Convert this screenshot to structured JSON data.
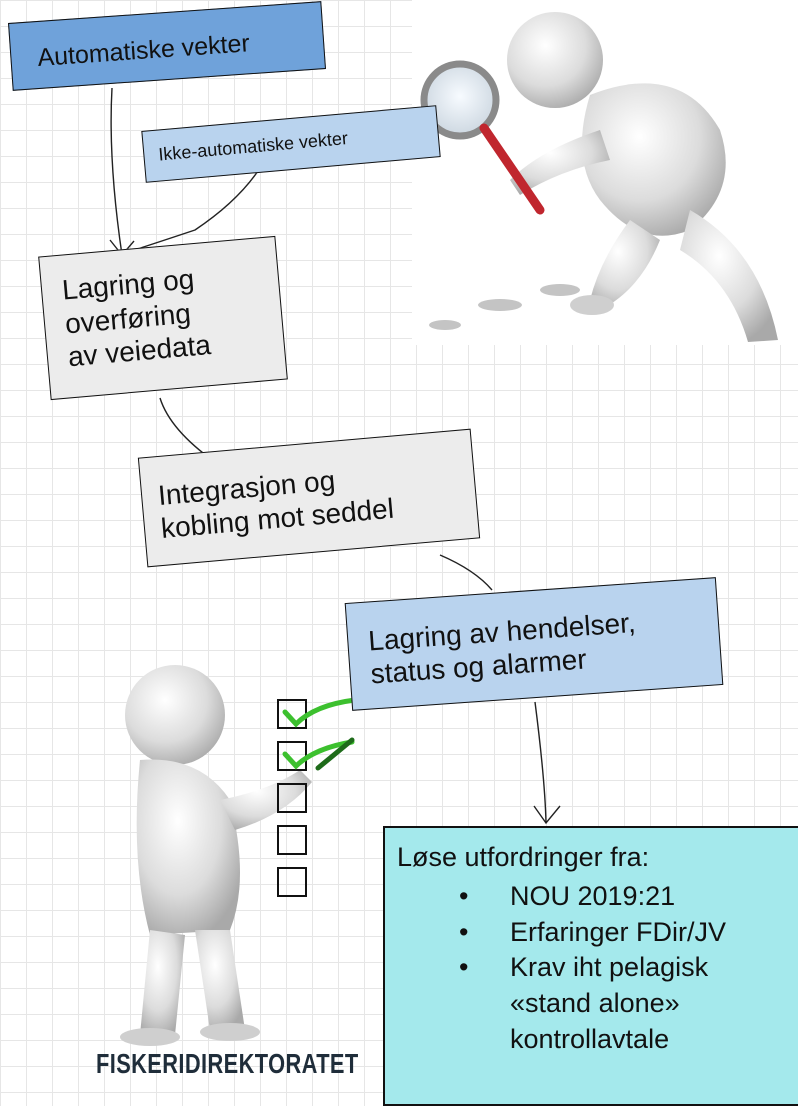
{
  "boxes": {
    "auto": "Automatiske vekter",
    "ikke": "Ikke-automatiske vekter",
    "lagring_lines": [
      "Lagring og",
      "overføring",
      "av veiedata"
    ],
    "integrasjon_lines": [
      "Integrasjon og",
      "kobling mot seddel"
    ],
    "hendelser_lines": [
      "Lagring av hendelser,",
      "status og alarmer"
    ]
  },
  "challenges": {
    "heading": "Løse utfordringer fra:",
    "items": [
      "NOU 2019:21",
      "Erfaringer FDir/JV",
      "Krav iht pelagisk",
      "«stand alone»",
      "kontrollavtale"
    ]
  },
  "logo": "FISKERIDIREKTORATET",
  "colors": {
    "blue_strong": "#6fa2da",
    "blue_light": "#b9d3ee",
    "gray": "#ececec",
    "cyan": "#a4e9ec",
    "check_green": "#3cc02e"
  },
  "illustrations": [
    "magnifier-figure-illustration",
    "checklist-figure-illustration"
  ]
}
